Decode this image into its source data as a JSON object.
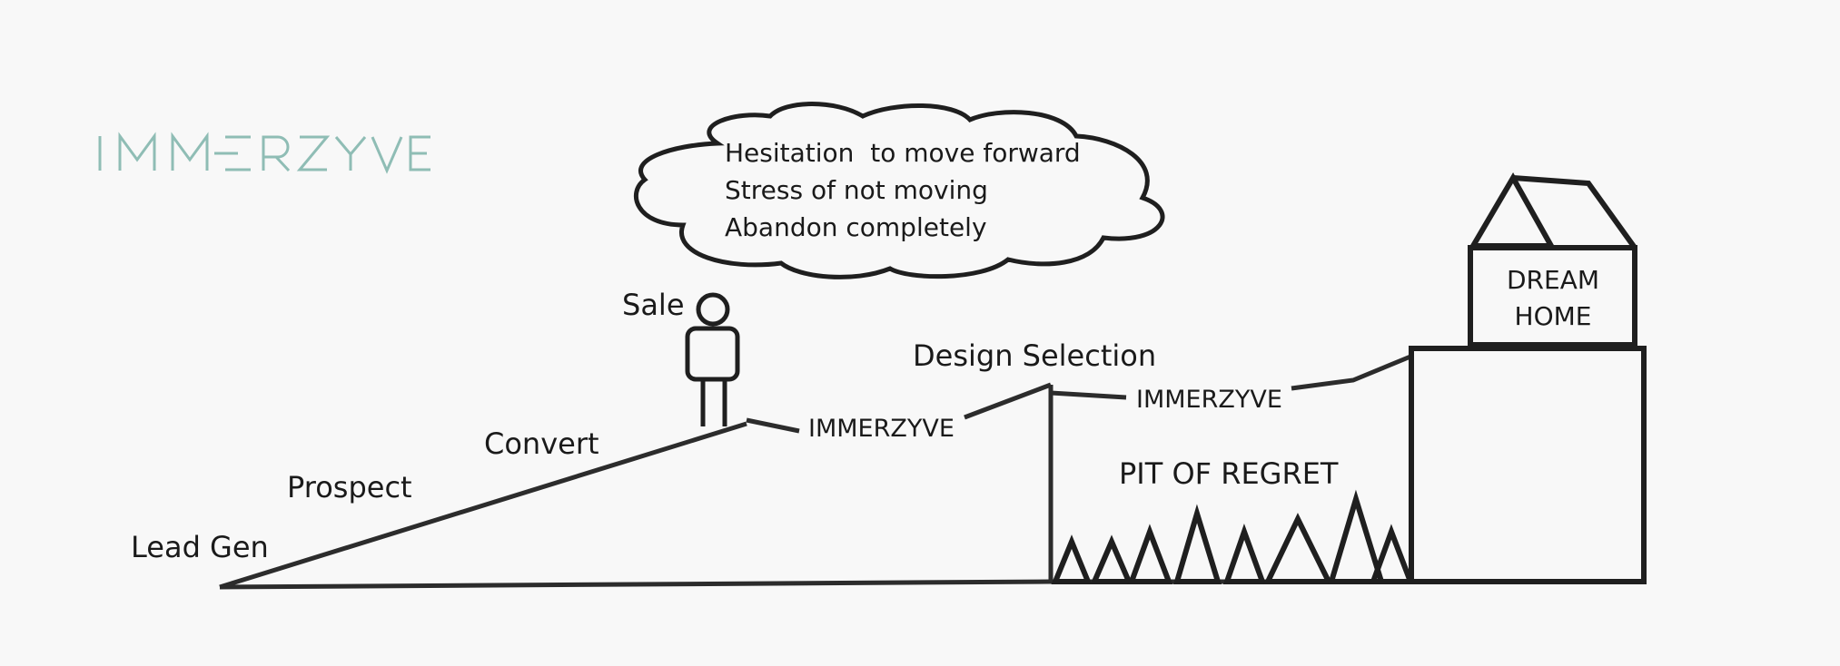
{
  "brand": {
    "logo_text": "IMMERZYVE",
    "logo_color": "#8fbdb5"
  },
  "stages": {
    "lead_gen": "Lead Gen",
    "prospect": "Prospect",
    "convert": "Convert",
    "sale": "Sale",
    "design_selection": "Design Selection",
    "pit_of_regret": "PIT OF REGRET"
  },
  "bridges": {
    "first": "IMMERZYVE",
    "second": "IMMERZYVE"
  },
  "thought_cloud": {
    "lines": [
      "Hesitation  to move forward",
      "Stress of not moving",
      "Abandon completely"
    ]
  },
  "house": {
    "line1": "DREAM",
    "line2": "HOME"
  },
  "colors": {
    "line": "#2c2c2c",
    "text": "#1a1a1a",
    "background": "#f8f8f8"
  }
}
